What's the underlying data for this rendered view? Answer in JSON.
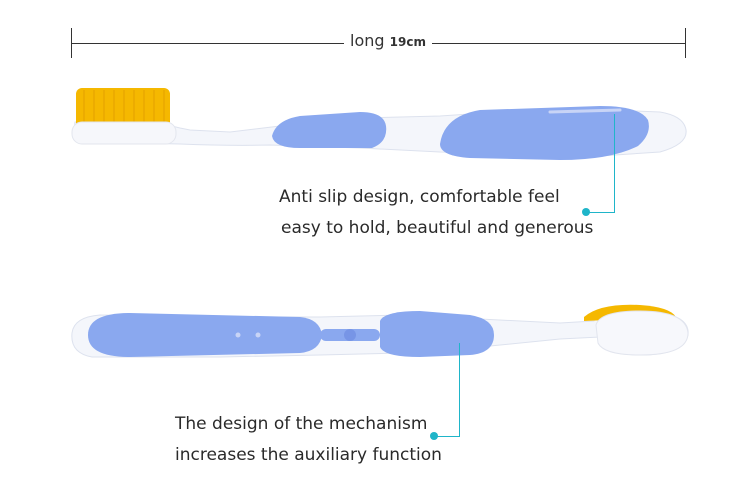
{
  "dimension": {
    "label": "long",
    "value": "19cm"
  },
  "callouts": [
    {
      "line1": "Anti slip design, comfortable feel",
      "line2": "easy to hold, beautiful and generous"
    },
    {
      "line1": "The design of the mechanism",
      "line2": "increases the auxiliary function"
    }
  ],
  "colors": {
    "handle": "#8aa8ef",
    "handle_dark": "#7795e6",
    "bristles": "#f5b800",
    "callout": "#1fb5c9"
  }
}
